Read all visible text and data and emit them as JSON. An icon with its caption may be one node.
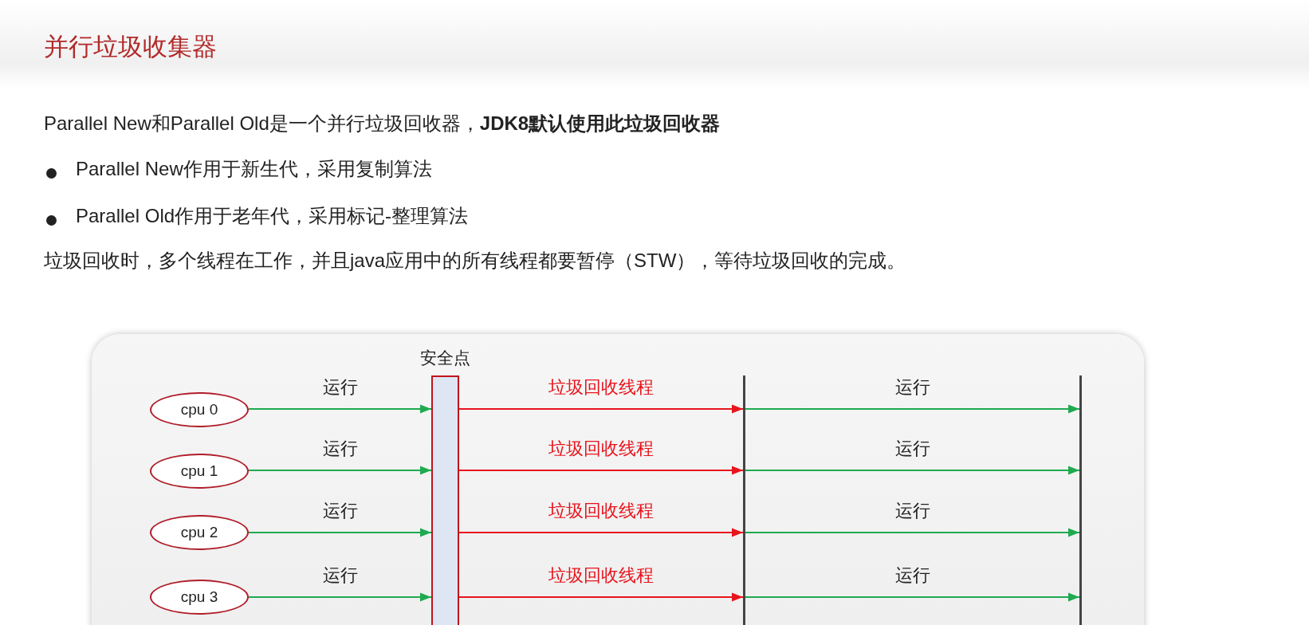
{
  "diagram": {
    "title": "并行垃圾收集器",
    "nodes": [
      {
        "text": [
          "cpu 0"
        ]
      },
      {
        "text": [
          "cpu 1"
        ]
      },
      {
        "text": [
          "cpu 2"
        ]
      },
      {
        "text": [
          "cpu 3"
        ]
      },
      {
        "text": [
          "安全点"
        ]
      },
      {
        "text": [],
        "shape": "bar"
      },
      {
        "text": [],
        "shape": "bar"
      }
    ],
    "edges": [
      {
        "from": 0,
        "to": 4,
        "arrow": "to",
        "label": "运行"
      },
      {
        "from": 4,
        "to": 5,
        "arrow": "to",
        "label": "垃圾回收线程",
        "color": "#e8141c"
      },
      {
        "from": 5,
        "to": 6,
        "arrow": "to",
        "label": "运行"
      },
      {
        "from": 1,
        "to": 4,
        "arrow": "to",
        "label": "运行"
      },
      {
        "from": 4,
        "to": 5,
        "arrow": "to",
        "label": "垃圾回收线程",
        "color": "#e8141c"
      },
      {
        "from": 5,
        "to": 6,
        "arrow": "to",
        "label": "运行"
      },
      {
        "from": 2,
        "to": 4,
        "arrow": "to",
        "label": "运行"
      },
      {
        "from": 4,
        "to": 5,
        "arrow": "to",
        "label": "垃圾回收线程",
        "color": "#e8141c"
      },
      {
        "from": 5,
        "to": 6,
        "arrow": "to",
        "label": "运行"
      },
      {
        "from": 3,
        "to": 4,
        "arrow": "to",
        "label": "运行"
      },
      {
        "from": 4,
        "to": 5,
        "arrow": "to",
        "label": "垃圾回收线程",
        "color": "#e8141c"
      },
      {
        "from": 5,
        "to": 6,
        "arrow": "to",
        "label": "运行"
      }
    ],
    "labels": [
      "Parallel New和Parallel Old是一个并行垃圾回收器，**JDK8默认使用此垃圾回收器**",
      "Parallel New作用于新生代，采用复制算法",
      "Parallel Old作用于老年代，采用标记-整理算法",
      "垃圾回收时，多个线程在工作，并且java应用中的所有线程都要暂停（STW），等待垃圾回收的完成。"
    ]
  }
}
